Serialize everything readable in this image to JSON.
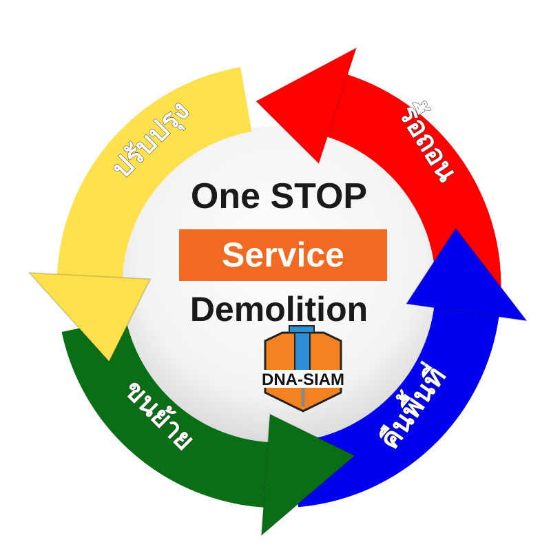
{
  "center": {
    "line1": "One STOP",
    "line2": "Service",
    "line3": "Demolition"
  },
  "logo": {
    "text": "DNA-SIAM",
    "icon": "jackhammer-icon"
  },
  "cycle": [
    {
      "label": "รื้อถอน",
      "color": "#ff0000"
    },
    {
      "label": "ปรับปรุง",
      "color": "#ffe14d"
    },
    {
      "label": "ขนย้าย",
      "color": "#0a6e14"
    },
    {
      "label": "คืนพื้นที่",
      "color": "#0000ee"
    }
  ],
  "accent": "#f26a21"
}
